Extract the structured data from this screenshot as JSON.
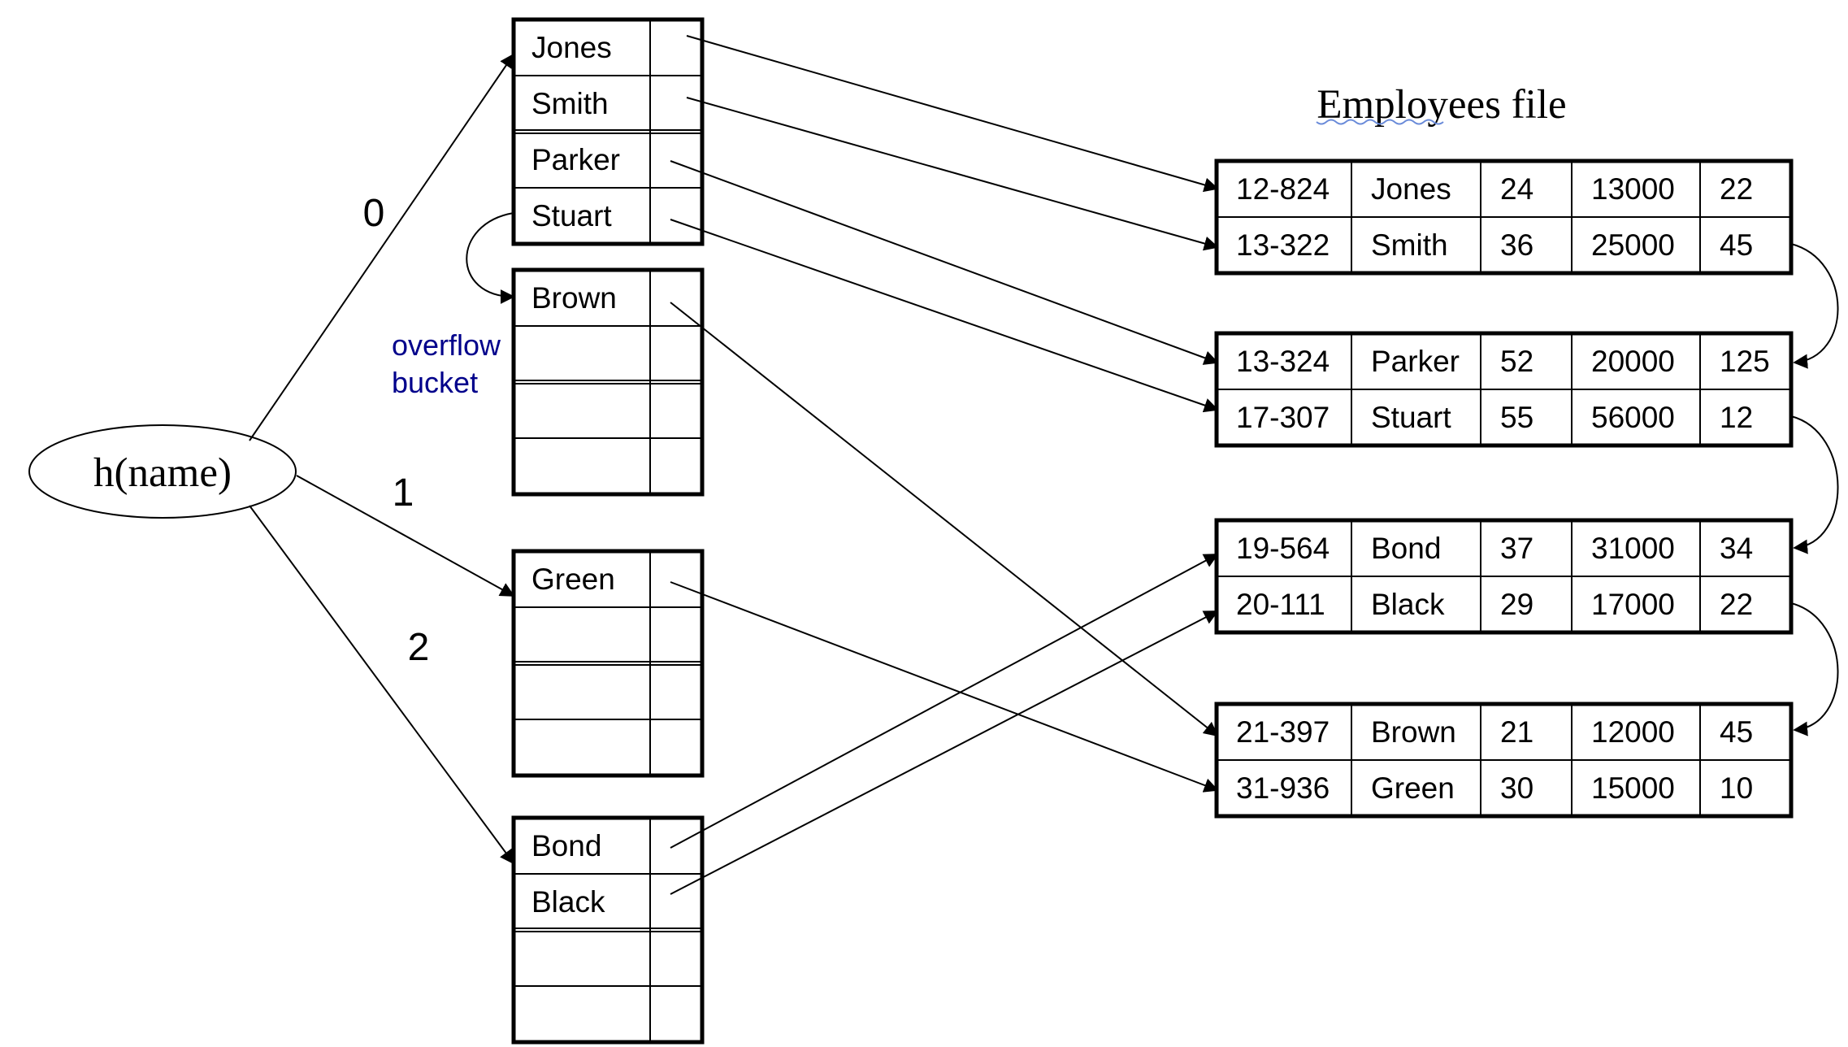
{
  "hash_function": {
    "label": "h(name)"
  },
  "branches": [
    "0",
    "1",
    "2"
  ],
  "overflow_label": {
    "line1": "overflow",
    "line2": "bucket"
  },
  "file_title": "Employees file",
  "buckets": [
    {
      "id": "bucket-0",
      "names": [
        "Jones",
        "Smith",
        "Parker",
        "Stuart"
      ]
    },
    {
      "id": "overflow",
      "names": [
        "Brown",
        "",
        "",
        ""
      ]
    },
    {
      "id": "bucket-1",
      "names": [
        "Green",
        "",
        "",
        ""
      ]
    },
    {
      "id": "bucket-2",
      "names": [
        "Bond",
        "Black",
        "",
        ""
      ]
    }
  ],
  "employee_blocks": [
    {
      "records": [
        [
          "12-824",
          "Jones",
          "24",
          "13000",
          "22"
        ],
        [
          "13-322",
          "Smith",
          "36",
          "25000",
          "45"
        ]
      ]
    },
    {
      "records": [
        [
          "13-324",
          "Parker",
          "52",
          "20000",
          "125"
        ],
        [
          "17-307",
          "Stuart",
          "55",
          "56000",
          "12"
        ]
      ]
    },
    {
      "records": [
        [
          "19-564",
          "Bond",
          "37",
          "31000",
          "34"
        ],
        [
          "20-111",
          "Black",
          "29",
          "17000",
          "22"
        ]
      ]
    },
    {
      "records": [
        [
          "21-397",
          "Brown",
          "21",
          "12000",
          "45"
        ],
        [
          "31-936",
          "Green",
          "30",
          "15000",
          "10"
        ]
      ]
    }
  ]
}
